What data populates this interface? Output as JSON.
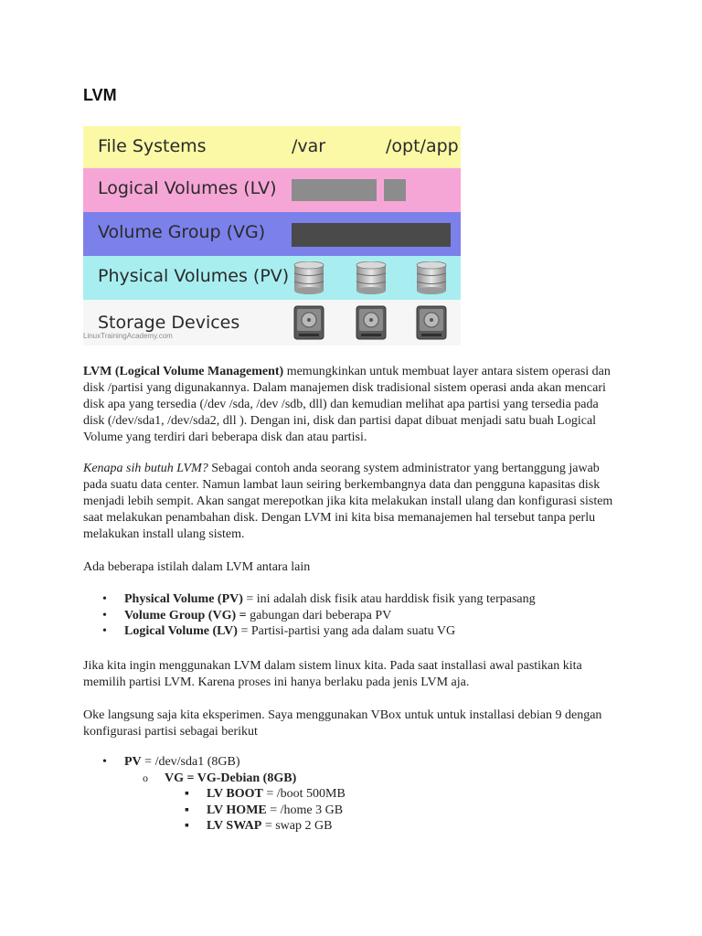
{
  "heading": "LVM",
  "diagram": {
    "file_systems_label": "File Systems",
    "fs_var": "/var",
    "fs_optapp": "/opt/app",
    "lv_label": "Logical Volumes (LV)",
    "vg_label": "Volume Group (VG)",
    "pv_label": "Physical Volumes (PV)",
    "sd_label": "Storage Devices",
    "watermark": "LinuxTrainingAcademy.com"
  },
  "p1": {
    "bold": "LVM (Logical Volume Management)",
    "rest": " memungkinkan untuk membuat layer antara sistem operasi dan disk /partisi yang digunakannya. Dalam manajemen disk tradisional sistem operasi anda akan mencari disk apa yang tersedia (/dev /sda, /dev /sdb, dll) dan kemudian melihat apa partisi yang tersedia pada disk (/dev/sda1, /dev/sda2, dll ). Dengan ini, disk dan partisi dapat dibuat menjadi satu buah Logical Volume yang terdiri dari beberapa disk dan atau partisi."
  },
  "p2": {
    "italic": "Kenapa sih butuh LVM?",
    "rest": " Sebagai contoh anda seorang system administrator yang bertanggung jawab pada suatu data center. Namun lambat laun seiring berkembangnya data dan pengguna kapasitas disk menjadi lebih sempit. Akan sangat merepotkan jika kita melakukan install ulang dan konfigurasi sistem saat melakukan penambahan disk. Dengan LVM ini kita bisa memanajemen hal tersebut tanpa perlu melakukan install ulang sistem."
  },
  "p3": "Ada beberapa istilah dalam LVM antara lain",
  "terms": [
    {
      "bold": "Physical Volume (PV)",
      "rest": " = ini adalah disk fisik atau harddisk fisik yang terpasang"
    },
    {
      "bold": "Volume Group (VG) =",
      "rest": " gabungan dari beberapa PV"
    },
    {
      "bold": "Logical Volume (LV)",
      "rest": " = Partisi-partisi yang ada dalam suatu VG"
    }
  ],
  "p4": "Jika kita ingin menggunakan LVM dalam sistem linux kita. Pada saat installasi awal pastikan kita memilih partisi LVM. Karena proses ini hanya berlaku pada jenis LVM aja.",
  "p5": "Oke langsung saja kita eksperimen. Saya menggunakan VBox untuk untuk installasi debian 9 dengan konfigurasi partisi sebagai berikut",
  "config": {
    "pv": {
      "bold": "PV",
      "rest": " = /dev/sda1 (8GB)"
    },
    "vg": {
      "bold": "VG = VG-Debian (8GB)"
    },
    "lvs": [
      {
        "bold": "LV BOOT",
        "rest": " = /boot 500MB"
      },
      {
        "bold": "LV HOME",
        "rest": " = /home 3 GB"
      },
      {
        "bold": "LV SWAP",
        "rest": " = swap 2 GB"
      }
    ]
  }
}
